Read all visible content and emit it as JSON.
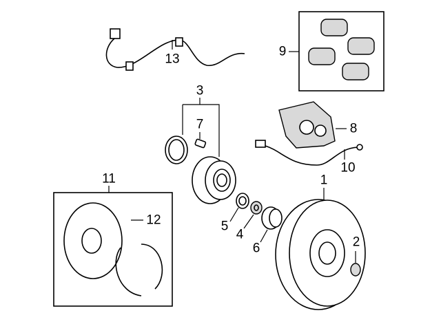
{
  "diagram": {
    "title": "Rear brake components",
    "callouts": [
      {
        "id": "1",
        "label": "1"
      },
      {
        "id": "2",
        "label": "2"
      },
      {
        "id": "3",
        "label": "3"
      },
      {
        "id": "4",
        "label": "4"
      },
      {
        "id": "5",
        "label": "5"
      },
      {
        "id": "6",
        "label": "6"
      },
      {
        "id": "7",
        "label": "7"
      },
      {
        "id": "8",
        "label": "8"
      },
      {
        "id": "9",
        "label": "9"
      },
      {
        "id": "10",
        "label": "10"
      },
      {
        "id": "11",
        "label": "11"
      },
      {
        "id": "12",
        "label": "12"
      },
      {
        "id": "13",
        "label": "13"
      }
    ]
  }
}
